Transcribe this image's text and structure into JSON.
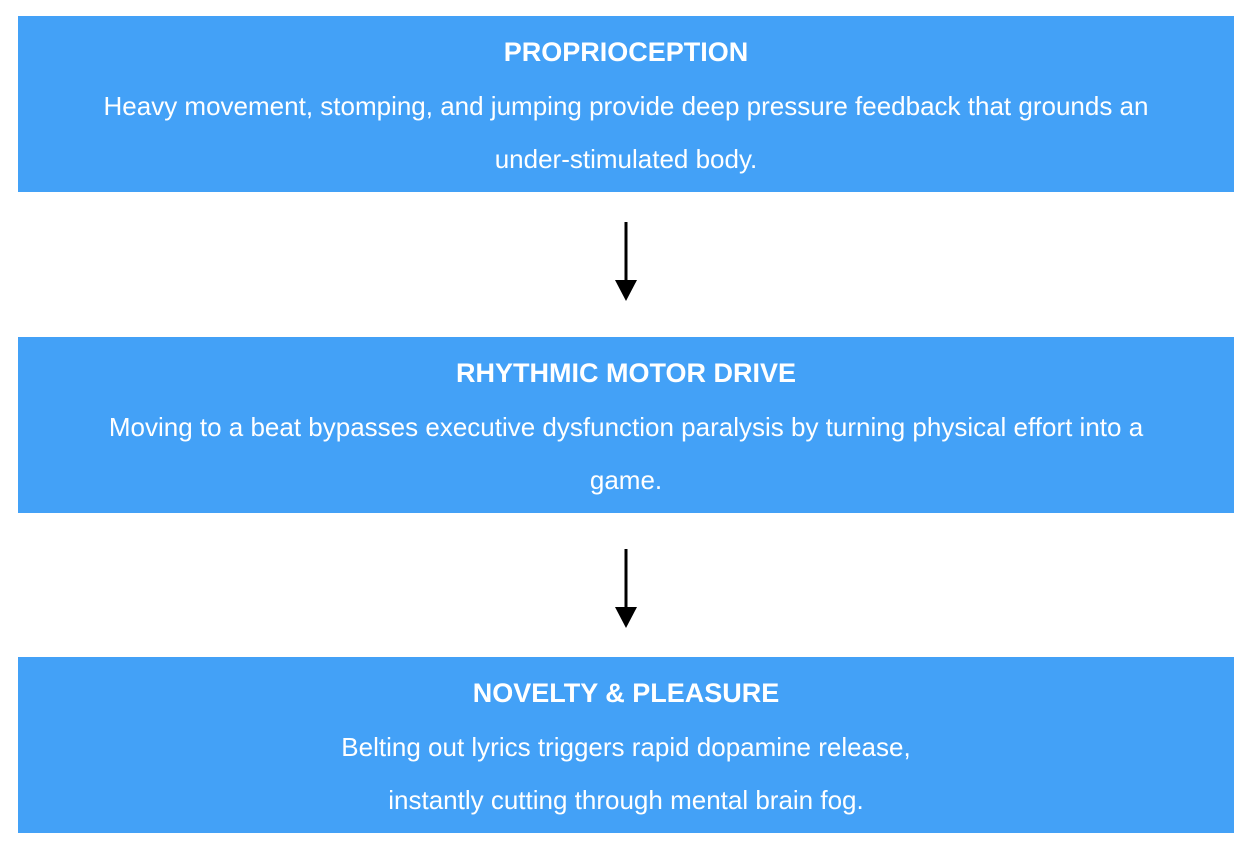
{
  "flow": {
    "steps": [
      {
        "title": "PROPRIOCEPTION",
        "lines": [
          "Heavy movement, stomping, and jumping provide deep pressure feedback that grounds an",
          "under-stimulated body."
        ]
      },
      {
        "title": "RHYTHMIC MOTOR DRIVE",
        "lines": [
          "Moving to a beat bypasses executive dysfunction paralysis by turning physical effort into a",
          "game."
        ]
      },
      {
        "title": "NOVELTY & PLEASURE",
        "lines": [
          "Belting out lyrics triggers rapid dopamine release,",
          "instantly cutting through mental brain fog."
        ]
      }
    ]
  },
  "colors": {
    "box_fill": "#43a1f7",
    "box_text": "#ffffff",
    "arrow": "#000000",
    "background": "#ffffff"
  },
  "icons": {
    "connector": "arrow-down-icon"
  }
}
